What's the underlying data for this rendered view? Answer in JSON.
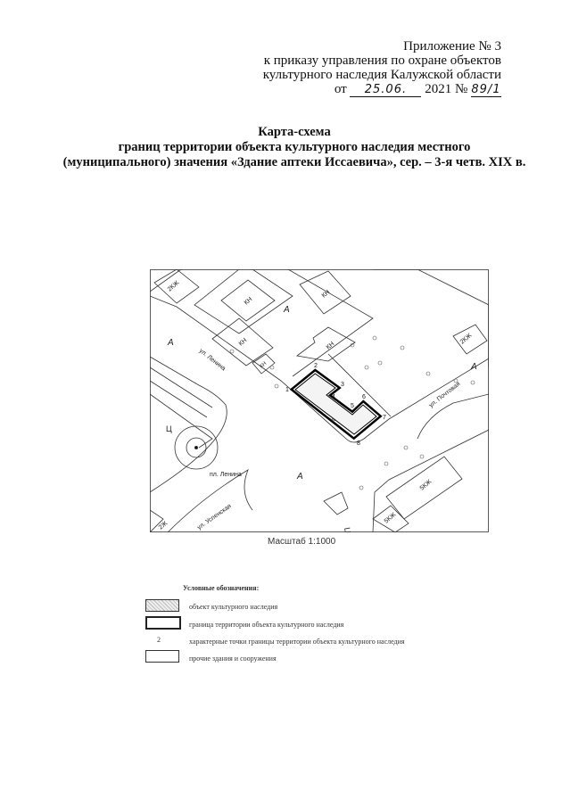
{
  "header": {
    "appendix": "Приложение № 3",
    "line2": "к приказу управления по охране объектов",
    "line3": "культурного наследия Калужской области",
    "date_prefix": "от",
    "date_handwritten": "25.06.",
    "year": "2021 №",
    "number_handwritten": "89/1"
  },
  "title": {
    "line1": "Карта-схема",
    "line2": "границ территории объекта культурного наследия местного",
    "line3": "(муниципального) значения «Здание аптеки Иссаевича», сер. – 3-я четв. XIX в."
  },
  "map": {
    "labels": {
      "a1": "А",
      "a2": "А",
      "a3": "А",
      "a4": "А",
      "kn1": "КН",
      "kn2": "КН",
      "kn3": "КН",
      "kn4": "КН",
      "kn5": "КН",
      "kzh1": "2КЖ",
      "kzh2": "2КЖ",
      "kzh3": "5КЖ",
      "kzh4": "5КЖ",
      "zh2": "2Ж",
      "k": "К",
      "c1": "Ц",
      "c2": "Ц",
      "street_lenina": "ул. Ленина",
      "square_lenina": "пл. Ленина",
      "street_pochtovaya": "ул. Почтовая",
      "street_uspenskaya": "ул. Успенская"
    },
    "points": [
      "1",
      "2",
      "3",
      "4",
      "5",
      "6",
      "7",
      "8"
    ],
    "scale": "Масштаб 1:1000"
  },
  "legend": {
    "title": "Условные обозначения:",
    "items": [
      {
        "label": "объект культурного наследия"
      },
      {
        "label": "граница территории объекта культурного наследия"
      },
      {
        "symbol": "2",
        "label": "характерные точки границы территории объекта культурного наследия"
      },
      {
        "label": "прочие здания и сооружения"
      }
    ]
  }
}
